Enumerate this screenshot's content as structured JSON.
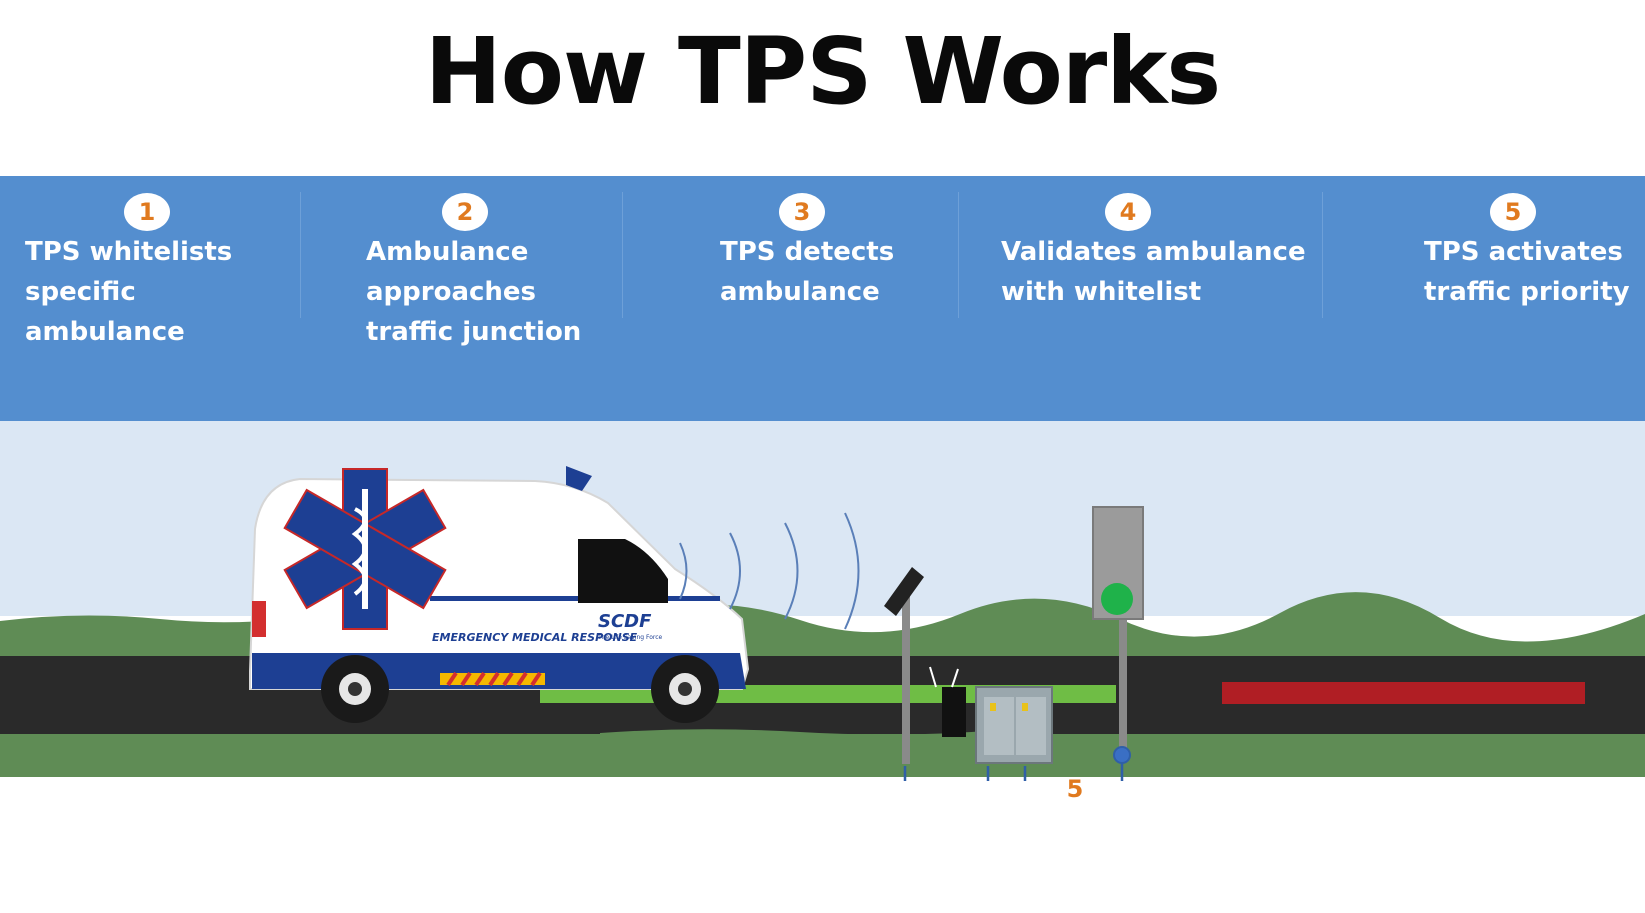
{
  "title": "How TPS Works",
  "steps": [
    {
      "number": "1",
      "text": "TPS whitelists\nspecific ambulance"
    },
    {
      "number": "2",
      "text": "Ambulance\napproaches\ntraffic junction"
    },
    {
      "number": "3",
      "text": "TPS detects\nambulance"
    },
    {
      "number": "4",
      "text": "Validates ambulance\nwith whitelist"
    },
    {
      "number": "5",
      "text": "TPS activates\ntraffic priority"
    }
  ],
  "ambulance": {
    "brand": "SCDF",
    "tagline": "The Life Saving Force",
    "side_text": "EMERGENCY MEDICAL RESPONSE"
  },
  "sensor_label": "5",
  "colors": {
    "band": "#548ecf",
    "step_number": "#e07a1f",
    "sky": "#dbe7f4",
    "grass": "#5f8c55",
    "road": "#2a2a2a",
    "green_lane": "#6fbd45",
    "red_lane": "#b01e24",
    "signal_light": "#1fb24a",
    "ambulance_blue": "#1d3f93"
  }
}
